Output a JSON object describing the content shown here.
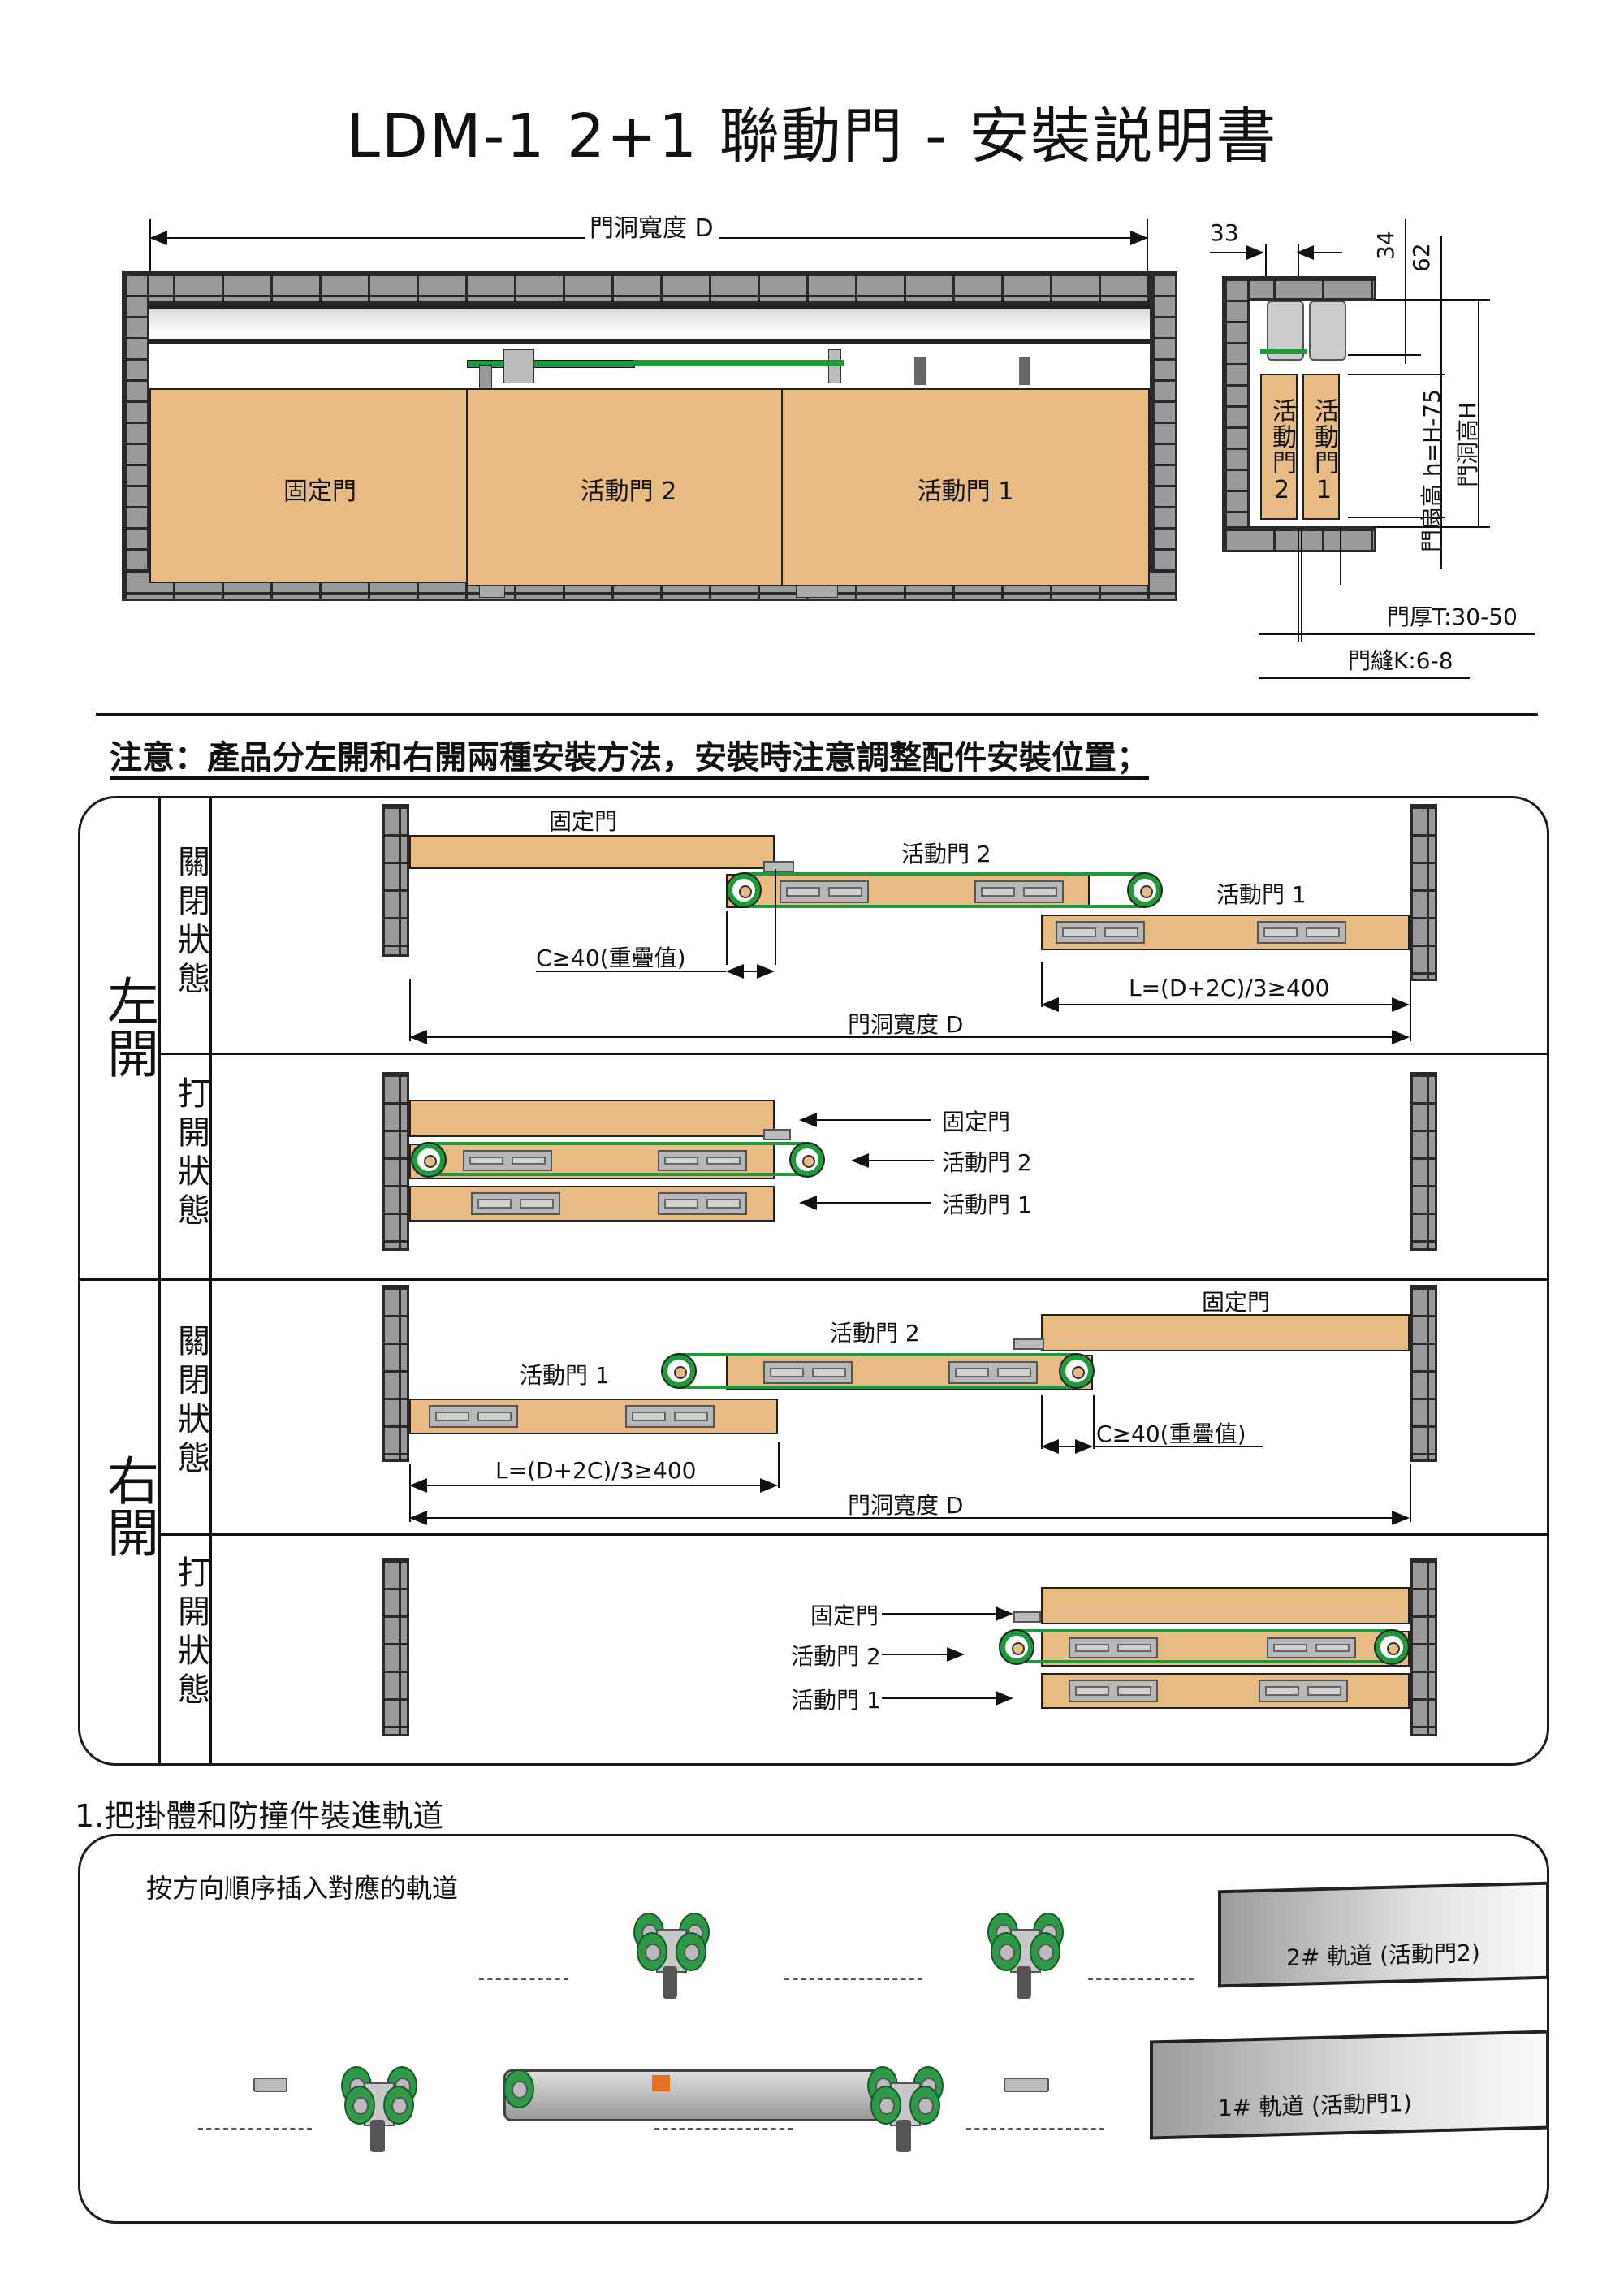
{
  "title": "LDM-1 2+1 聯動門 - 安裝説明書",
  "front_view": {
    "dimension_width": "門洞寬度 D",
    "doors": [
      {
        "name": "fixed",
        "label": "固定門"
      },
      {
        "name": "active-2",
        "label": "活動門 2"
      },
      {
        "name": "active-1",
        "label": "活動門 1"
      }
    ]
  },
  "side_view": {
    "dim_33": "33",
    "dim_34": "34",
    "dim_62": "62",
    "door2_label": "活動門2",
    "door1_label": "活動門1",
    "leaf_height": "門扇高 h=H-75",
    "opening_height": "門洞高H",
    "thickness": "門厚T:30-50",
    "gap": "門縫K:6-8"
  },
  "note": "注意：產品分左開和右開兩種安裝方法，安裝時注意調整配件安裝位置；",
  "sections": [
    {
      "name": "left-open",
      "label": "左開",
      "closed": {
        "state_label": "關閉狀態",
        "fixed": "固定門",
        "active2": "活動門 2",
        "active1": "活動門 1",
        "overlap": "C≥40(重疊值)",
        "length_formula": "L=(D+2C)/3≥400",
        "width": "門洞寬度 D"
      },
      "open": {
        "state_label": "打開狀態",
        "fixed": "固定門",
        "active2": "活動門 2",
        "active1": "活動門 1"
      }
    },
    {
      "name": "right-open",
      "label": "右開",
      "closed": {
        "state_label": "關閉狀態",
        "fixed": "固定門",
        "active2": "活動門 2",
        "active1": "活動門 1",
        "overlap": "C≥40(重疊值)",
        "length_formula": "L=(D+2C)/3≥400",
        "width": "門洞寬度 D"
      },
      "open": {
        "state_label": "打開狀態",
        "fixed": "固定門",
        "active2": "活動門 2",
        "active1": "活動門 1"
      }
    }
  ],
  "step1": {
    "heading": "1.把掛體和防撞件裝進軌道",
    "instruction": "按方向順序插入對應的軌道",
    "track2": "2# 軌道 (活動門2)",
    "track1": "1# 軌道 (活動門1)"
  },
  "colors": {
    "wood": "#e8bb85",
    "brick": "#9a9a9a",
    "belt": "#1e9a3a",
    "line": "#111111"
  }
}
